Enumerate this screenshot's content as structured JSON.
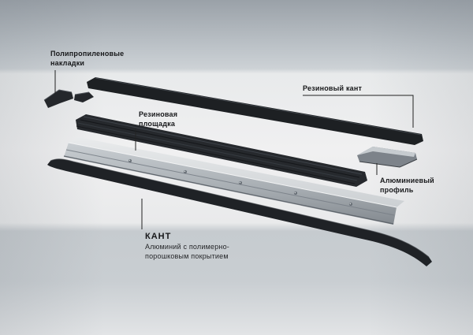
{
  "labels": {
    "pads": "Полипропиленовые\nнакладки",
    "rubber_edge": "Резиновый кант",
    "rubber_pad": "Резиновая\nплощадка",
    "alu_profile": "Алюминиевый\nпрофиль",
    "kant_title": "КАНТ",
    "kant_subtitle": "Алюминий с полимерно-\nпорошковым покрытием"
  },
  "parts": {
    "pads": "polypropylene-pads",
    "rubber_edge": "rubber-edge-strip",
    "rubber_pad": "rubber-platform",
    "alu_profile_end": "aluminum-profile-end-cap",
    "alu_profile": "aluminum-profile",
    "kant": "kant-strip"
  },
  "colors": {
    "dark_part": "#1f2226",
    "rubber": "#26292d",
    "aluminum_light": "#d8dbde",
    "aluminum_mid": "#a7adb2",
    "background_band": "#eceded",
    "label_text": "#17181a",
    "leader_line": "#222222"
  }
}
